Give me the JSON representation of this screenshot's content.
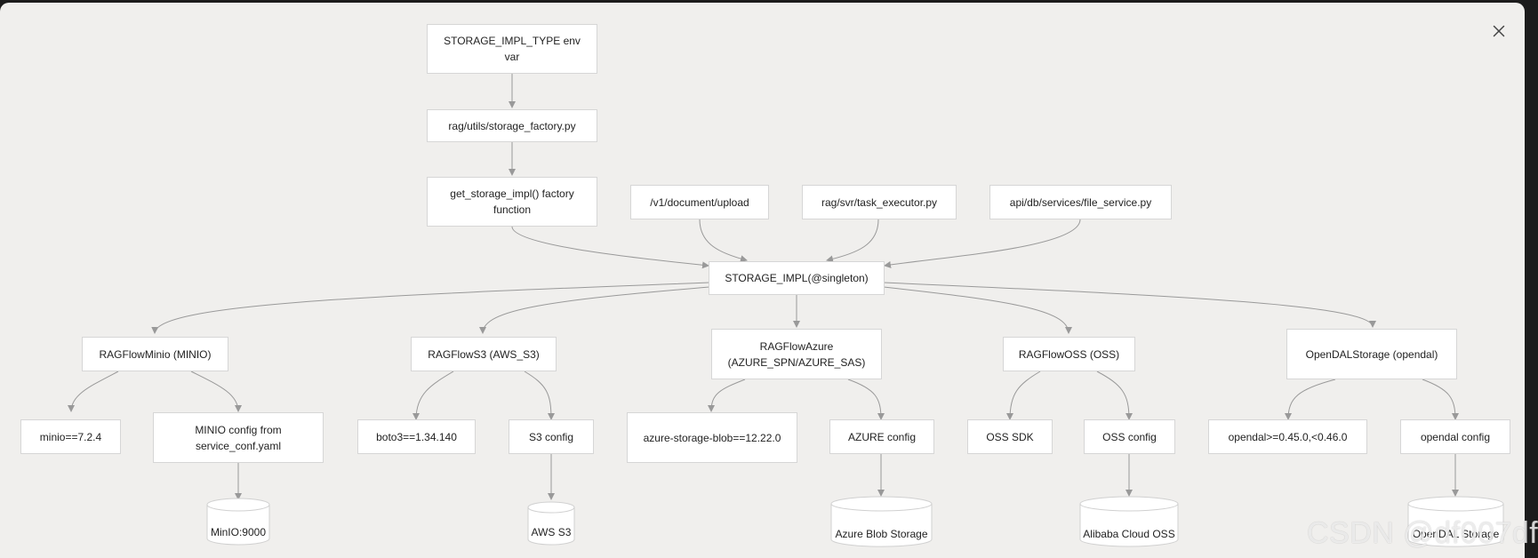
{
  "colors": {
    "background": "#f0efed",
    "node_fill": "#ffffff",
    "node_border": "#d6d6d6",
    "edge": "#999999"
  },
  "icons": {
    "close": "close-icon"
  },
  "nodes": {
    "env": "STORAGE_IMPL_TYPE env var",
    "factory_py": "rag/utils/storage_factory.py",
    "get_impl": "get_storage_impl() factory function",
    "upload": "/v1/document/upload",
    "task_exec": "rag/svr/task_executor.py",
    "file_service": "api/db/services/file_service.py",
    "storage_impl": "STORAGE_IMPL(@singleton)",
    "minio": "RAGFlowMinio (MINIO)",
    "s3": "RAGFlowS3 (AWS_S3)",
    "azure": "RAGFlowAzure (AZURE_SPN/AZURE_SAS)",
    "oss": "RAGFlowOSS (OSS)",
    "opendal": "OpenDALStorage (opendal)",
    "minio_pkg": "minio==7.2.4",
    "minio_cfg": "MINIO config from service_conf.yaml",
    "boto3": "boto3==1.34.140",
    "s3_cfg": "S3 config",
    "azure_blob": "azure-storage-blob==12.22.0",
    "azure_cfg": "AZURE config",
    "oss_sdk": "OSS SDK",
    "oss_cfg": "OSS config",
    "opendal_pkg": "opendal>=0.45.0,<0.46.0",
    "opendal_cfg": "opendal config",
    "db_minio": "MinIO:9000",
    "db_s3": "AWS S3",
    "db_azure": "Azure Blob Storage",
    "db_oss": "Alibaba Cloud OSS",
    "db_opendal": "OpenDAL Storage"
  },
  "watermark": "CSDN @df007df"
}
